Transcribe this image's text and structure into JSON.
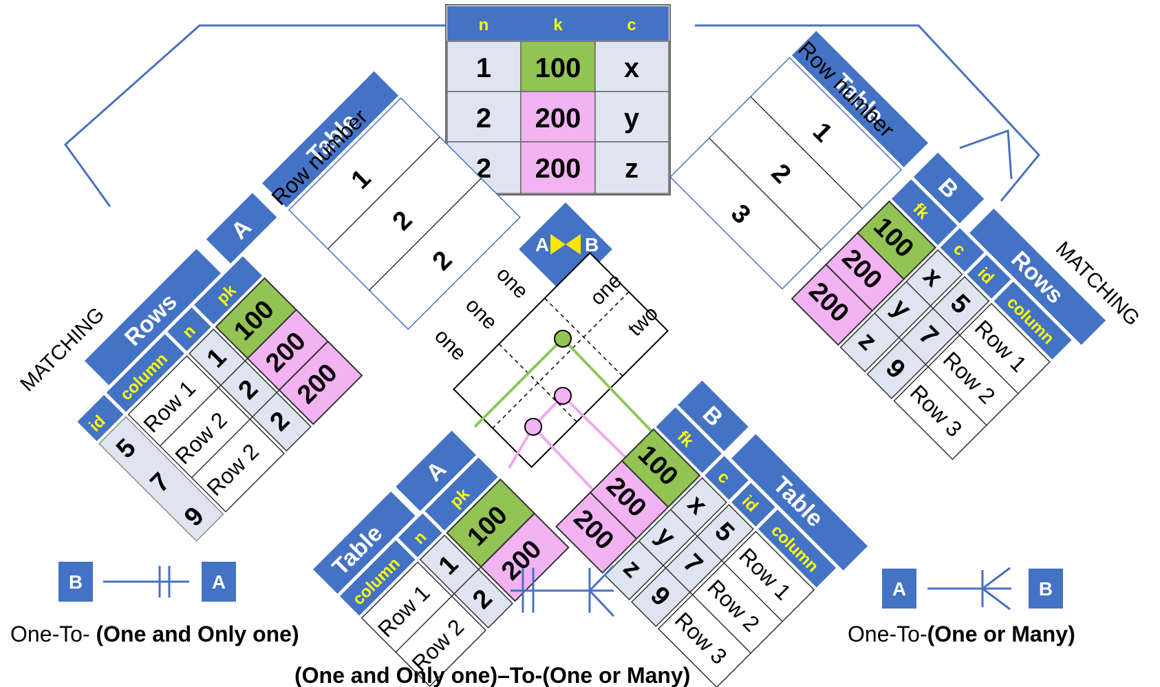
{
  "center_table": {
    "headers": [
      "n",
      "k",
      "c"
    ],
    "rows": [
      [
        "1",
        "100",
        "x"
      ],
      [
        "2",
        "200",
        "y"
      ],
      [
        "2",
        "200",
        "z"
      ]
    ]
  },
  "left_result": {
    "matching_label": "MATCHING",
    "rows_label": "Rows",
    "table_label": "Table",
    "row_number_label": "Row number",
    "table_name": "A",
    "col_headers": [
      "id",
      "column",
      "n",
      "pk"
    ],
    "ids": [
      "5",
      "7",
      "9"
    ],
    "rows": [
      [
        "Row 1",
        "1",
        "100"
      ],
      [
        "Row 2",
        "2",
        "200"
      ],
      [
        "Row 2",
        "2",
        "200"
      ]
    ],
    "row_numbers": [
      "1",
      "2",
      "2"
    ]
  },
  "right_result": {
    "matching_label": "MATCHING",
    "rows_label": "Rows",
    "table_label": "Table",
    "row_number_label": "Row number",
    "table_name": "B",
    "col_headers": [
      "fk",
      "c",
      "id",
      "column"
    ],
    "rows": [
      [
        "100",
        "x",
        "5",
        "Row 1"
      ],
      [
        "200",
        "y",
        "7",
        "Row 2"
      ],
      [
        "200",
        "z",
        "9",
        "Row 3"
      ]
    ],
    "row_numbers": [
      "1",
      "2",
      "3"
    ]
  },
  "join_icon": {
    "left": "A",
    "right": "B"
  },
  "mapping_labels": {
    "left": [
      "one",
      "one",
      "one"
    ],
    "right": [
      "one",
      "two"
    ]
  },
  "bottom_a": {
    "table_label": "Table",
    "name": "A",
    "col_headers": [
      "column",
      "n",
      "pk"
    ],
    "rows": [
      [
        "Row 1",
        "1",
        "100"
      ],
      [
        "Row 2",
        "2",
        "200"
      ]
    ]
  },
  "bottom_b": {
    "table_label": "Table",
    "name": "B",
    "col_headers": [
      "fk",
      "c",
      "id",
      "column"
    ],
    "rows": [
      [
        "100",
        "x",
        "5",
        "Row 1"
      ],
      [
        "200",
        "y",
        "7",
        "Row 2"
      ],
      [
        "200",
        "z",
        "9",
        "Row 3"
      ]
    ]
  },
  "legend_left": {
    "box1": "B",
    "box2": "A",
    "prefix": "One-To- ",
    "emphasis": "(One and Only one)"
  },
  "legend_right": {
    "box1": "A",
    "box2": "B",
    "prefix": "One-To-",
    "emphasis": "(One or Many)"
  },
  "bottom_caption": "(One and Only one)–To-(One or Many)",
  "colors": {
    "blue": "#4472c4",
    "green": "#92c353",
    "pink": "#f3b3f3",
    "grey": "#dfe5f0",
    "line": "#4a6fc0",
    "green_line": "#8fc65a",
    "pink_line": "#f0a8ee"
  }
}
